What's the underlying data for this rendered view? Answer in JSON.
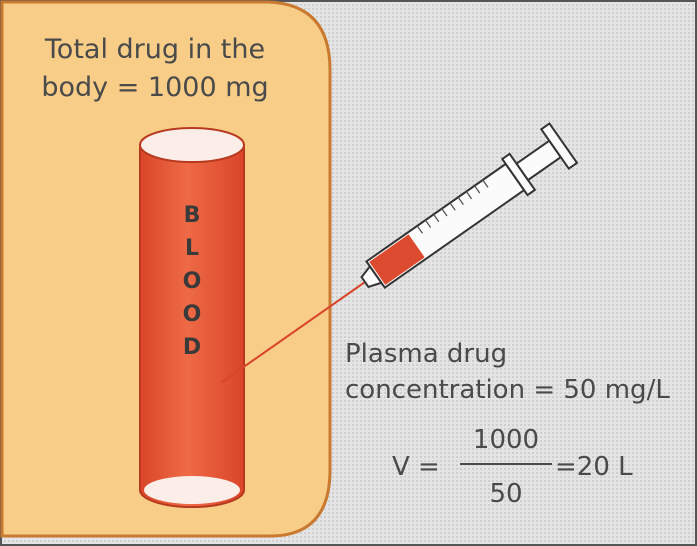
{
  "body_label": {
    "line1": "Total drug in the",
    "line2": "body = 1000 mg"
  },
  "vessel": {
    "letters": [
      "B",
      "L",
      "O",
      "O",
      "D"
    ]
  },
  "plasma_label": {
    "line1": "Plasma drug",
    "line2": "concentration = 50 mg/L"
  },
  "equation": {
    "lhs": "V =",
    "numerator": "1000",
    "denominator": "50",
    "result": "=20 L"
  },
  "colors": {
    "body_fill": "#f7cd88",
    "body_stroke": "#c97a30",
    "background_fill": "#dedede",
    "vessel_fill": "#e65534",
    "vessel_top": "#fbeee8",
    "blood_in_syringe": "#dc4a2f",
    "text": "#4a4a4a"
  }
}
